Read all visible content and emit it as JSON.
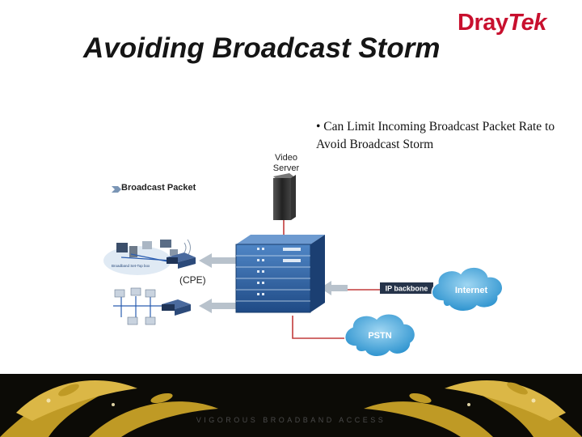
{
  "brand": {
    "logo_part1": "Dray",
    "logo_part2": "Tek"
  },
  "slide": {
    "title": "Avoiding Broadcast Storm",
    "bullet": "• Can Limit Incoming Broadcast Packet Rate to Avoid Broadcast Storm"
  },
  "diagram": {
    "video_server_line1": "Video",
    "video_server_line2": "Server",
    "broadcast_packet_legend": "Broadcast Packet",
    "cpe_label": "(CPE)",
    "ip_backbone_label": "IP backbone",
    "internet_label": "Internet",
    "pstn_label": "PSTN",
    "set_top_box_label": "Broadband Set-Top box"
  },
  "footer": {
    "tagline": "VIGOROUS BROADBAND ACCESS"
  },
  "colors": {
    "brand_red": "#c8102e",
    "link_red": "#c23b3b",
    "cloud_blue": "#3aa3dc",
    "switch_blue": "#2e5f9e",
    "footer_gold": "#c9a227"
  }
}
